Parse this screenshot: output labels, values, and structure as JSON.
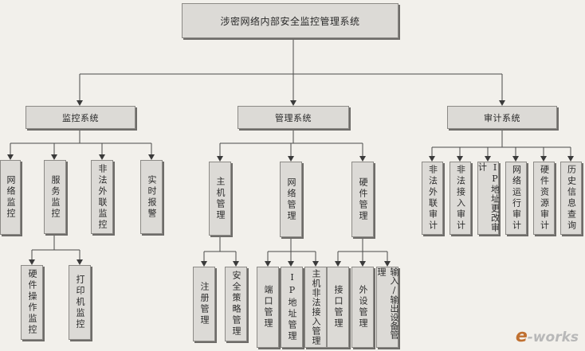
{
  "root": "涉密网络内部安全监控管理系统",
  "level1": {
    "monitor": "监控系统",
    "manage": "管理系统",
    "audit": "审计系统"
  },
  "monitor_children": {
    "network": "网络监控",
    "service": "服务监控",
    "illegal": "非法外联监控",
    "alarm": "实时报警"
  },
  "service_children": {
    "hardware": "硬件操作监控",
    "printer": "打印机监控"
  },
  "manage_children": {
    "host": "主机管理",
    "network": "网络管理",
    "hardware": "硬件管理"
  },
  "host_children": {
    "register": "注册管理",
    "policy": "安全策略管理"
  },
  "network_children": {
    "port": "端口管理",
    "ip": "IP地址管理",
    "illegal_access": "主机非法接入管理"
  },
  "hardware_children": {
    "interface": "接口管理",
    "peripheral": "外设管理",
    "io": "输入/输出设备管理"
  },
  "audit_children": {
    "illegal": "非法外联审计",
    "access": "非法接入审计",
    "ip": "IP地址更改审计",
    "running": "网络运行审计",
    "resource": "硬件资源审计",
    "history": "历史信息查询"
  },
  "watermark": {
    "e": "e",
    "rest": "-works"
  }
}
